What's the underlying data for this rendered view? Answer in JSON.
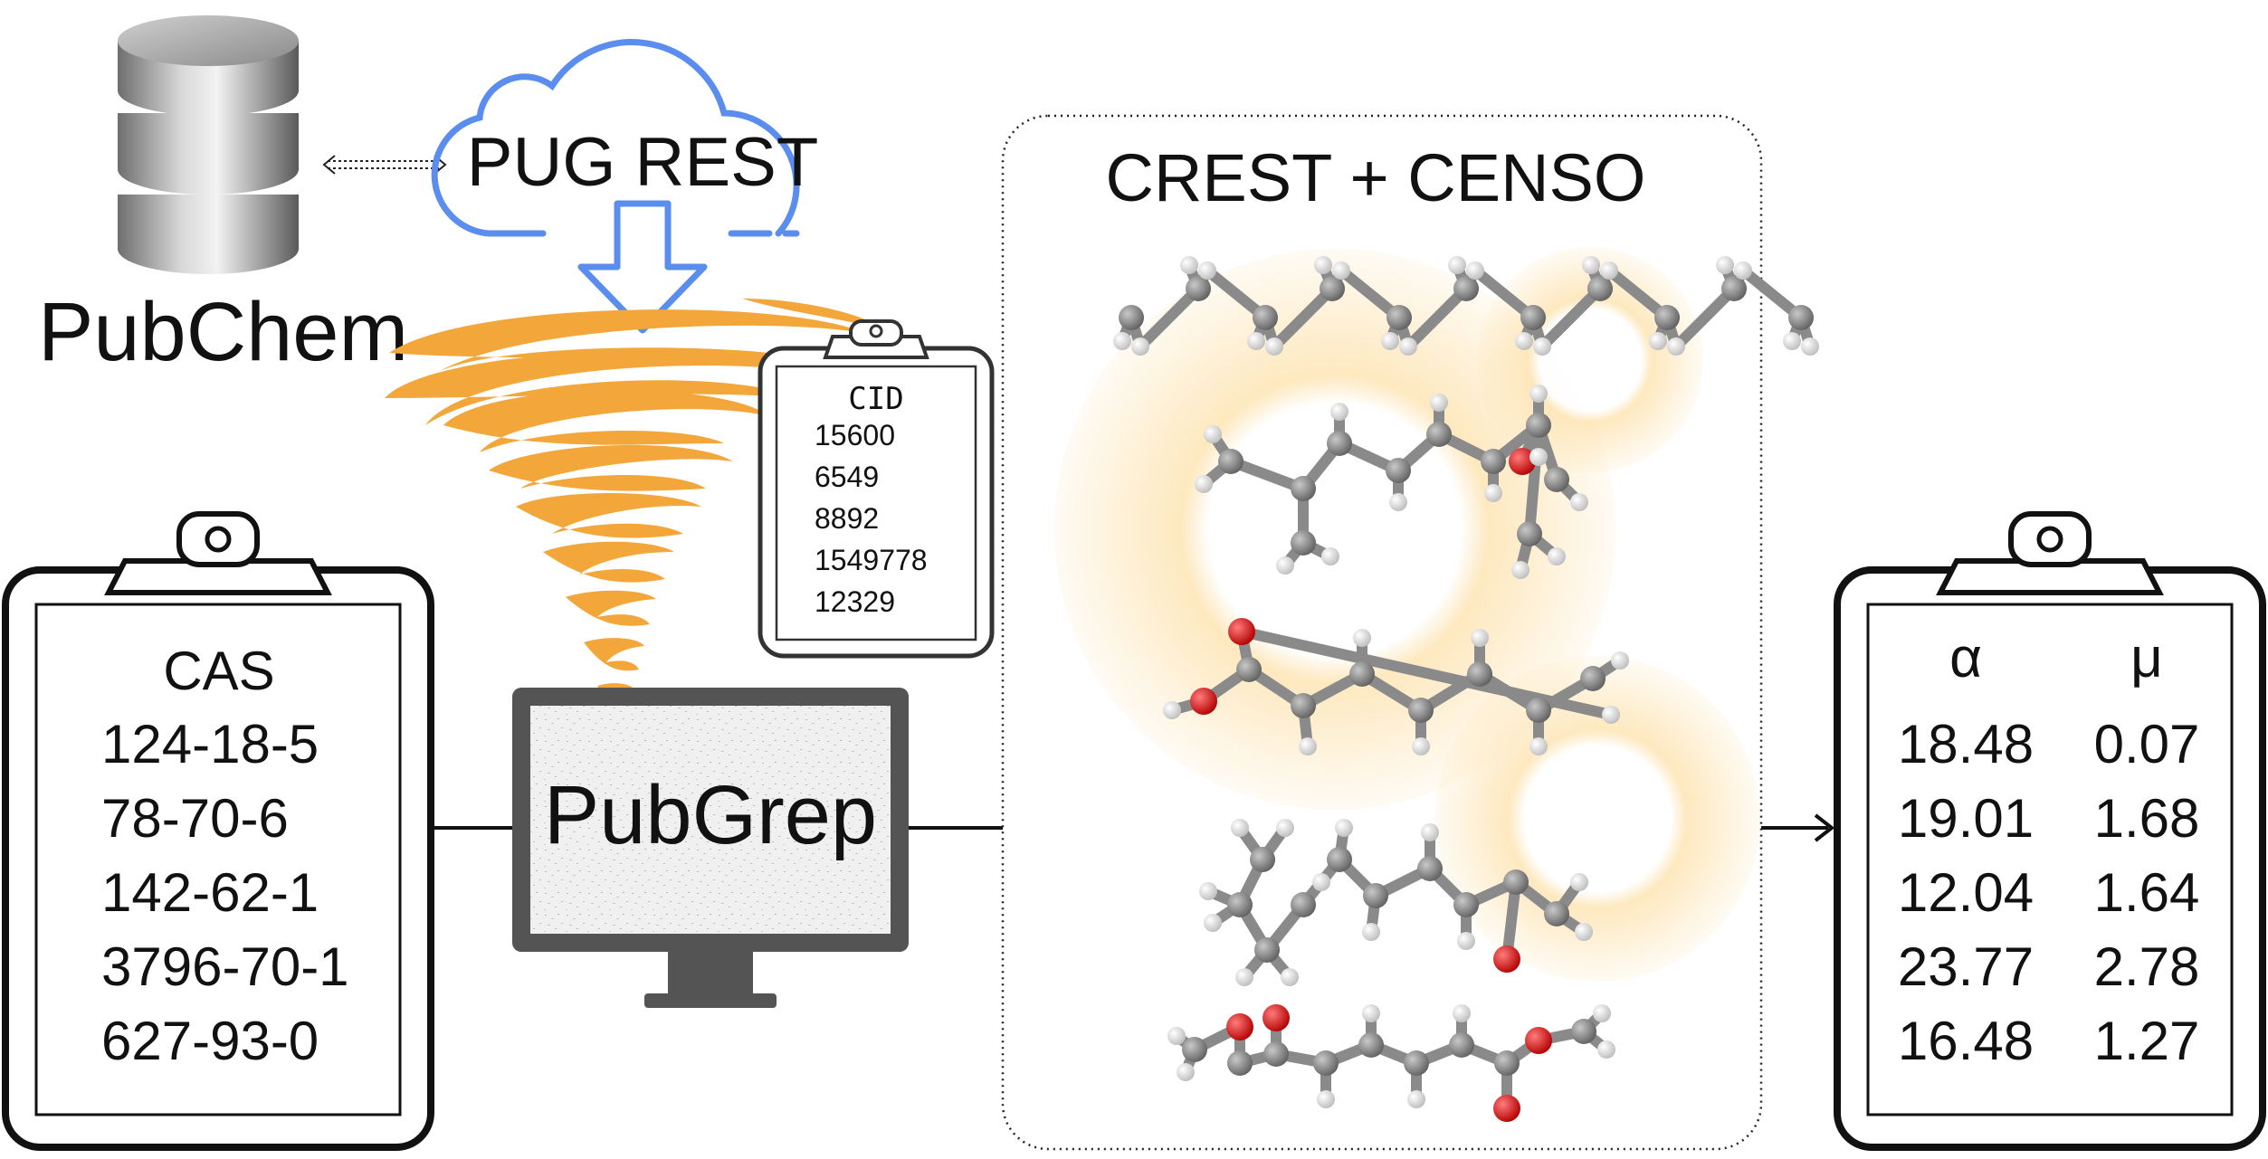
{
  "pubchem": {
    "label": "PubChem",
    "icon": "database-icon"
  },
  "pug_rest": {
    "label": "PUG REST",
    "icon": "cloud-icon"
  },
  "pubgrep": {
    "label": "PubGrep",
    "icon": "monitor-icon"
  },
  "crest": {
    "title": "CREST + CENSO"
  },
  "cas_board": {
    "header": "CAS",
    "items": [
      "124-18-5",
      "78-70-6",
      "142-62-1",
      "3796-70-1",
      "627-93-0"
    ]
  },
  "cid_board": {
    "header": "CID",
    "items": [
      "15600",
      "6549",
      "8892",
      "1549778",
      "12329"
    ]
  },
  "result_board": {
    "col1_header": "α",
    "col2_header": "μ",
    "rows": [
      [
        "18.48",
        "0.07"
      ],
      [
        "19.01",
        "1.68"
      ],
      [
        "12.04",
        "1.64"
      ],
      [
        "23.77",
        "2.78"
      ],
      [
        "16.48",
        "1.27"
      ]
    ]
  },
  "colors": {
    "cloud": "#5b8def",
    "tornado": "#f3a73b",
    "gear": "#fbd28c",
    "carbon": "#7f807f",
    "oxygen": "#e01010",
    "hydrogen": "#f0f0f0",
    "monitor": "#545454"
  }
}
